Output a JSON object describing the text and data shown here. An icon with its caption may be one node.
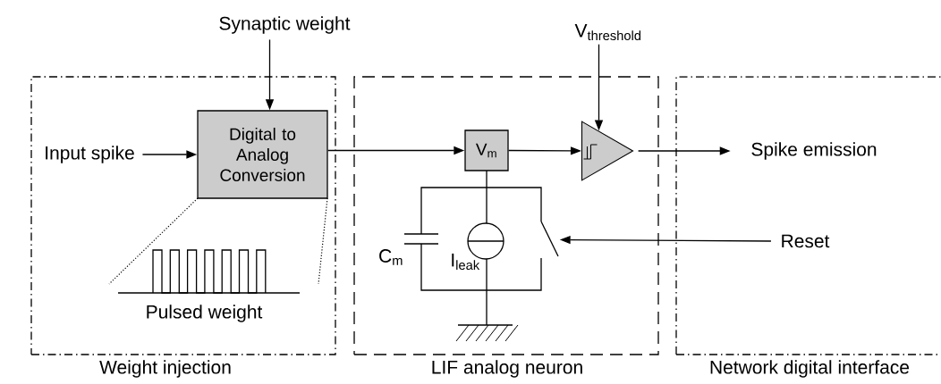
{
  "diagram": {
    "nodes": [
      {
        "text": [
          "Weight injection"
        ]
      },
      {
        "text": [
          "LIF analog neuron"
        ]
      },
      {
        "text": [
          "Network digital interface"
        ]
      },
      {
        "text": [
          "Synaptic weight"
        ]
      },
      {
        "text": [
          "Input spike"
        ],
        "in": 0
      },
      {
        "text": [
          "Digital to Analog Conversion"
        ],
        "in": 0
      },
      {
        "text": [
          "\\mathrm{V}_{\\mathrm{m}}"
        ],
        "in": 1
      },
      {
        "text": [],
        "shape": "triangle",
        "in": 1
      },
      {
        "text": [
          "\\mathrm{V}_{\\mathrm{threshold}}"
        ]
      },
      {
        "text": [
          "Spike emission"
        ],
        "in": 2
      },
      {
        "text": [
          "Reset"
        ],
        "in": 2
      },
      {
        "text": [],
        "shape": "switch",
        "in": 1
      }
    ],
    "edges": [
      {
        "from": 3,
        "to": 5,
        "arrow": "to"
      },
      {
        "from": 4,
        "to": 5,
        "arrow": "to"
      },
      {
        "from": 5,
        "to": 6,
        "arrow": "to"
      },
      {
        "from": 6,
        "to": 7,
        "arrow": "to"
      },
      {
        "from": 8,
        "to": 7,
        "arrow": "to"
      },
      {
        "from": 7,
        "to": 9,
        "arrow": "to"
      },
      {
        "from": 10,
        "to": 11,
        "arrow": "to"
      }
    ],
    "labels": [
      "Pulsed weight",
      "\\mathrm{C}_{\\mathrm{m}}",
      "\\mathrm{I}_{\\mathrm{leak}}"
    ]
  }
}
